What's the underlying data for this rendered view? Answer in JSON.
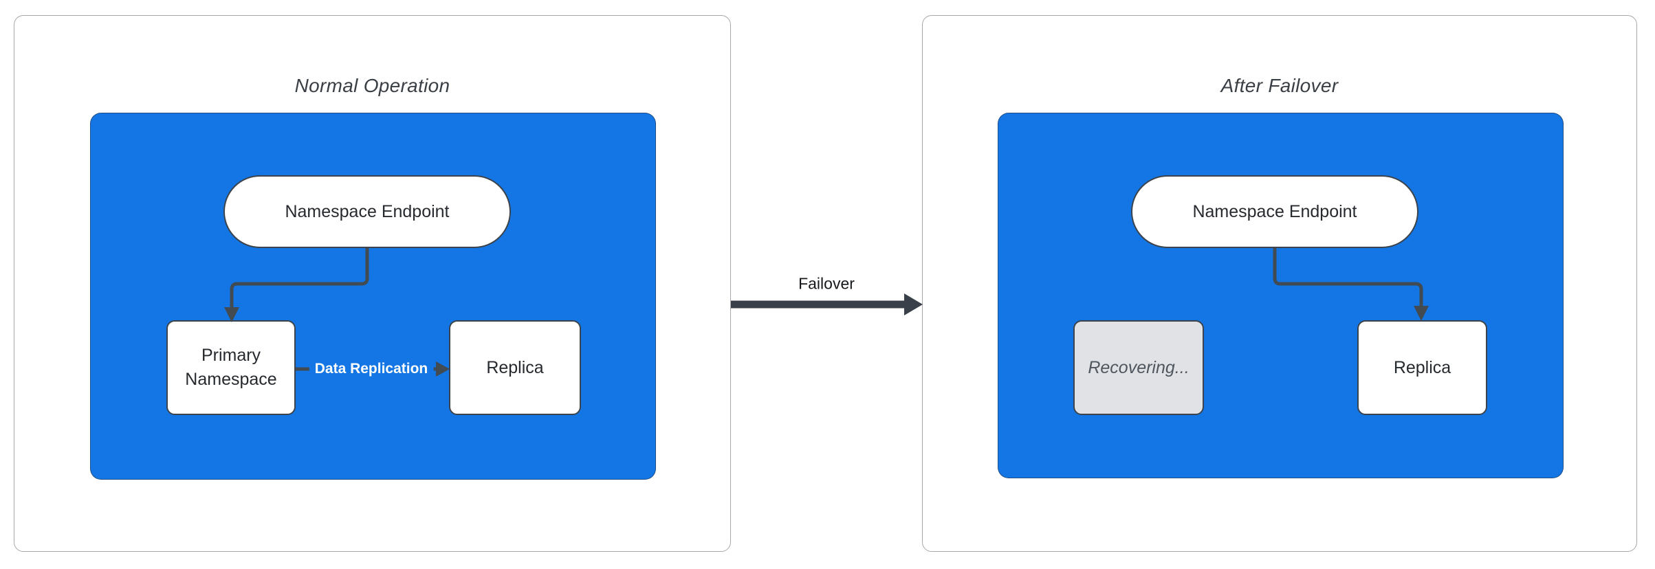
{
  "colors": {
    "container_blue": "#1376E4",
    "stroke_dark": "#424A52",
    "node_border": "#3C434B",
    "panel_border": "#A5A7AA",
    "recovering_fill": "#E0E2E6",
    "recovering_text": "#50565E",
    "node_text": "#26292E",
    "title_text": "#3A3F45",
    "edge_label_text": "#FFFFFF",
    "transition_arrow": "#394049",
    "transition_text": "#16181B"
  },
  "panels": [
    {
      "title": "Normal Operation",
      "endpoint": "Namespace Endpoint",
      "primary": "Primary Namespace",
      "replica": "Replica",
      "edge_label": "Data Replication"
    },
    {
      "title": "After Failover",
      "endpoint": "Namespace Endpoint",
      "recovering": "Recovering...",
      "replica": "Replica"
    }
  ],
  "transition": {
    "label": "Failover"
  }
}
